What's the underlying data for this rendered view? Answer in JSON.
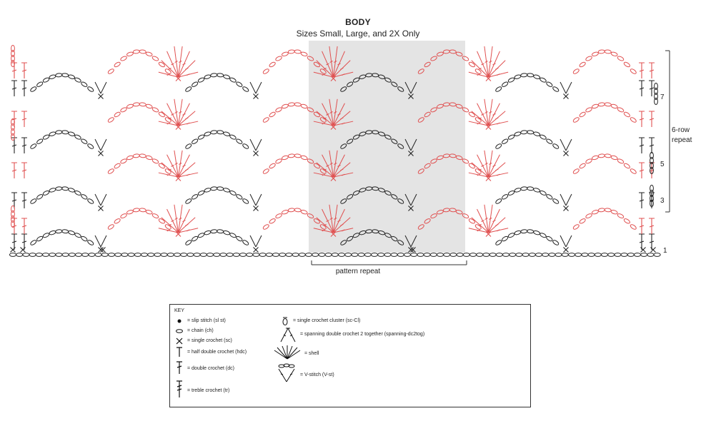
{
  "title": "BODY",
  "subtitle": "Sizes Small, Large, and 2X Only",
  "labels": {
    "pattern_repeat": "pattern repeat",
    "row_repeat": [
      "6-row",
      "repeat"
    ],
    "row_numbers": [
      "1",
      "3",
      "5",
      "7"
    ]
  },
  "colors": {
    "odd_rows": "#e05050",
    "even_rows": "#222222",
    "repeat_shading": "#e4e4e4"
  },
  "key": {
    "title": "KEY",
    "items_left": [
      {
        "icon": "slip-stitch-dot",
        "label": "= slip stitch (sl st)"
      },
      {
        "icon": "chain-oval",
        "label": "= chain (ch)"
      },
      {
        "icon": "single-crochet-x",
        "label": "= single crochet (sc)"
      },
      {
        "icon": "half-double-crochet-t",
        "label": "= half double crochet (hdc)"
      },
      {
        "icon": "double-crochet-t",
        "label": "= double crochet (dc)"
      },
      {
        "icon": "treble-crochet-t",
        "label": "= treble crochet (tr)"
      }
    ],
    "items_right": [
      {
        "icon": "single-crochet-cluster",
        "label": "= single crochet cluster (sc-Cl)"
      },
      {
        "icon": "spanning-dc2tog",
        "label": "= spanning double crochet 2 together (spanning-dc2tog)"
      },
      {
        "icon": "shell",
        "label": "= shell"
      },
      {
        "icon": "v-stitch",
        "label": "= V-stitch (V-st)"
      }
    ]
  }
}
